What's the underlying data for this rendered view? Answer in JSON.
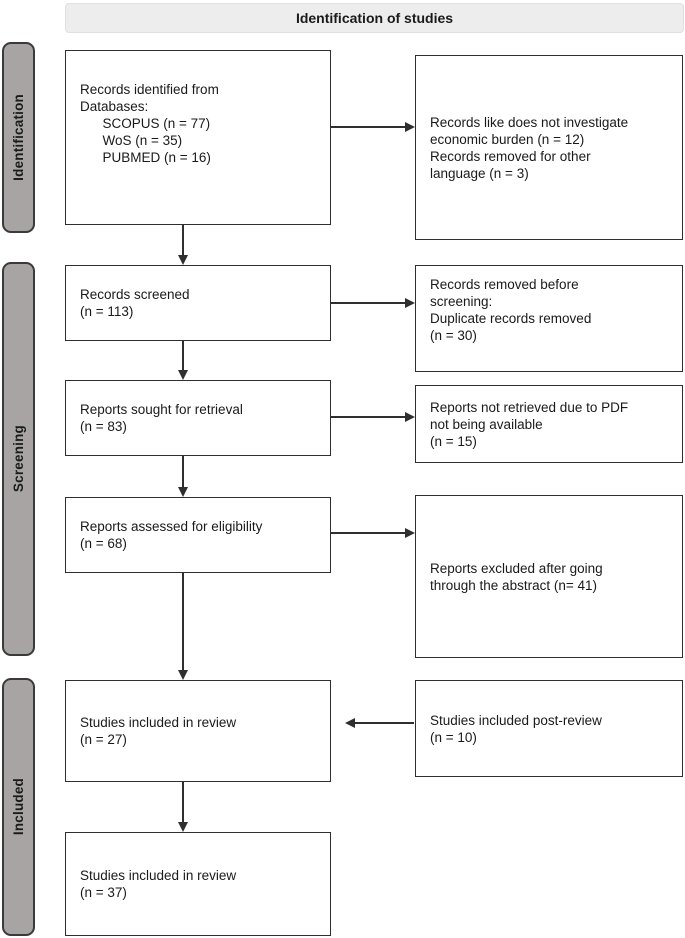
{
  "header": {
    "title": "Identification of studies"
  },
  "stages": [
    {
      "label": "Identification"
    },
    {
      "label": "Screening"
    },
    {
      "label": "Included"
    }
  ],
  "flow": {
    "left": [
      {
        "text": "Records identified from\nDatabases:\n      SCOPUS (n = 77)\n      WoS (n = 35)\n      PUBMED (n = 16)"
      },
      {
        "text": "Records screened\n(n = 113)"
      },
      {
        "text": "Reports sought for retrieval\n(n = 83)"
      },
      {
        "text": "Reports assessed for eligibility\n(n = 68)"
      },
      {
        "text": "Studies included in review\n(n = 27)"
      },
      {
        "text": "Studies included in review\n(n = 37)"
      }
    ],
    "right": [
      {
        "text": "Records like does not investigate\neconomic burden (n = 12)\nRecords removed for other\nlanguage (n = 3)"
      },
      {
        "text": "Records removed before\nscreening:\nDuplicate records removed\n(n = 30)"
      },
      {
        "text": "Reports not retrieved due to PDF\nnot being available\n(n = 15)"
      },
      {
        "text": "Reports excluded after going\nthrough the abstract (n= 41)"
      },
      {
        "text": "Studies included post-review\n(n = 10)"
      }
    ]
  },
  "colors": {
    "stage_bar_fill": "#a8a4a4",
    "stage_bar_border": "#3a3a3a",
    "header_fill": "#ededed",
    "box_border": "#2f2f2f",
    "arrow": "#2f2f2f"
  }
}
